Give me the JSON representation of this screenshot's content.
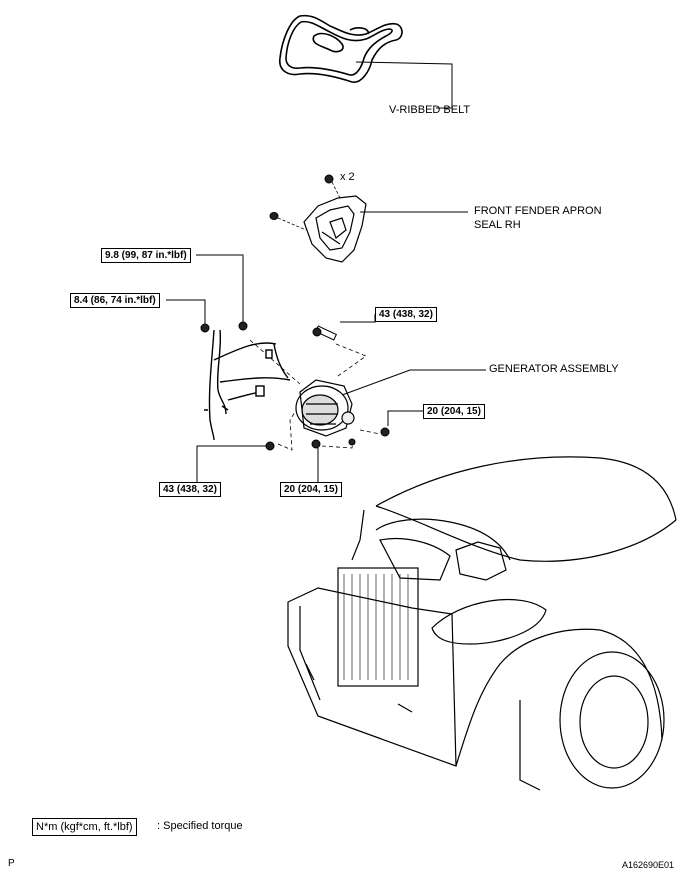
{
  "callouts": {
    "belt": "V-RIBBED BELT",
    "seal_line1": "FRONT FENDER APRON",
    "seal_line2": "SEAL RH",
    "qty": "x 2",
    "generator": "GENERATOR ASSEMBLY"
  },
  "torques": {
    "t98": "9.8 (99, 87 in.*lbf)",
    "t84": "8.4 (86, 74 in.*lbf)",
    "t43_top": "43 (438, 32)",
    "t20_right": "20 (204, 15)",
    "t43_bottom": "43 (438, 32)",
    "t20_bottom": "20 (204, 15)"
  },
  "legend": {
    "unit": "N*m (kgf*cm, ft.*lbf)",
    "text": ": Specified torque"
  },
  "corner": {
    "left": "P",
    "right": "A162690E01"
  }
}
